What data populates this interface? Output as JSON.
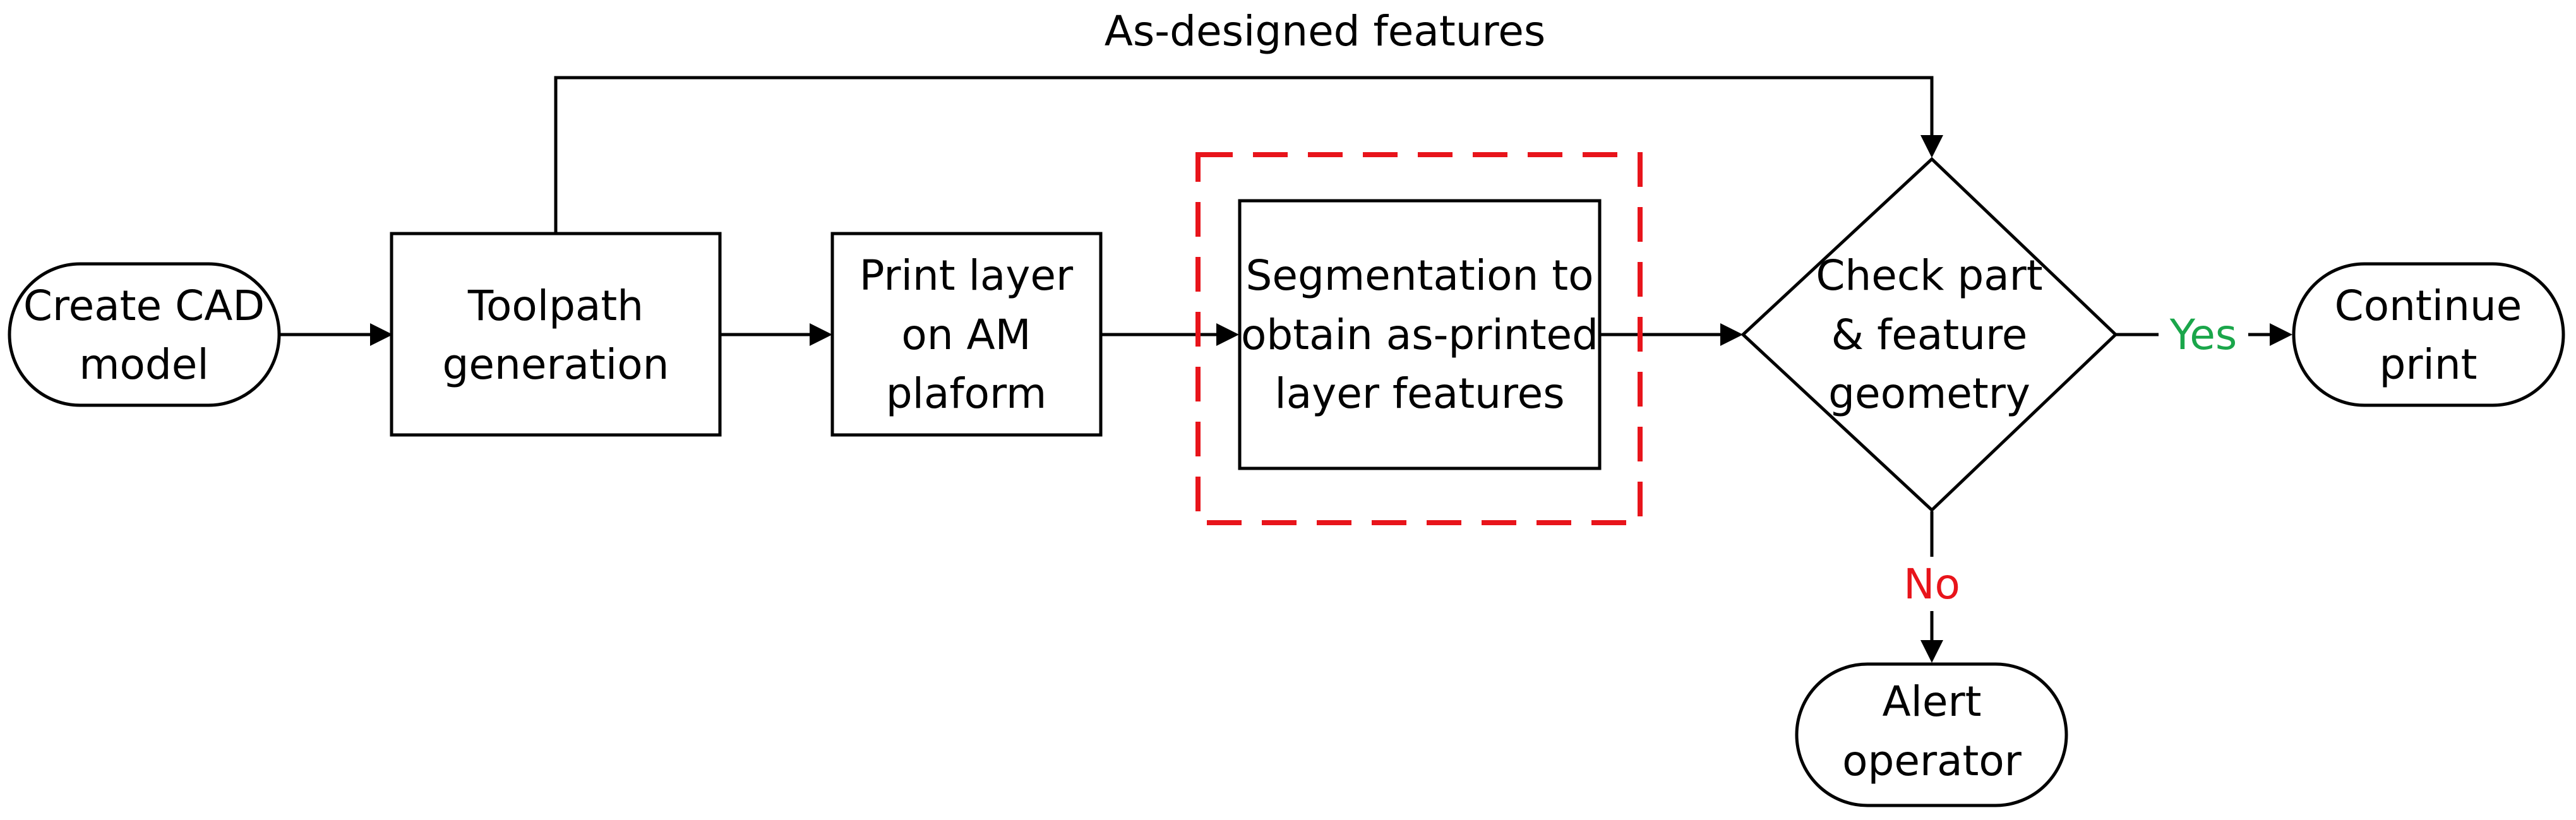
{
  "nodes": {
    "create_cad": {
      "lines": [
        "Create CAD",
        "model"
      ]
    },
    "toolpath": {
      "lines": [
        "Toolpath",
        "generation"
      ]
    },
    "print_layer": {
      "lines": [
        "Print layer",
        "on AM",
        "plaform"
      ]
    },
    "segmentation": {
      "lines": [
        "Segmentation to",
        "obtain as-printed",
        "layer features"
      ]
    },
    "check": {
      "lines": [
        "Check part",
        "&  feature",
        "geometry"
      ]
    },
    "continue": {
      "lines": [
        "Continue",
        "print"
      ]
    },
    "alert": {
      "lines": [
        "Alert",
        "operator"
      ]
    }
  },
  "edges": {
    "as_designed": "As-designed features",
    "yes": "Yes",
    "no": "No"
  },
  "colors": {
    "yes": "#1aa64a",
    "no": "#e8141b",
    "highlight": "#e8141b"
  }
}
